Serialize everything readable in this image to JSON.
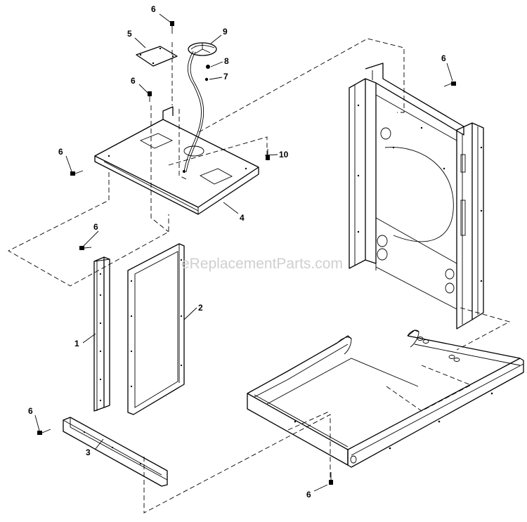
{
  "watermark": "eReplacementParts.com",
  "callouts": {
    "c1": "1",
    "c2": "2",
    "c3": "3",
    "c4": "4",
    "c5": "5",
    "c6a": "6",
    "c6b": "6",
    "c6c": "6",
    "c6d": "6",
    "c6e": "6",
    "c6f": "6",
    "c7": "7",
    "c8": "8",
    "c9": "9",
    "c10": "10"
  }
}
